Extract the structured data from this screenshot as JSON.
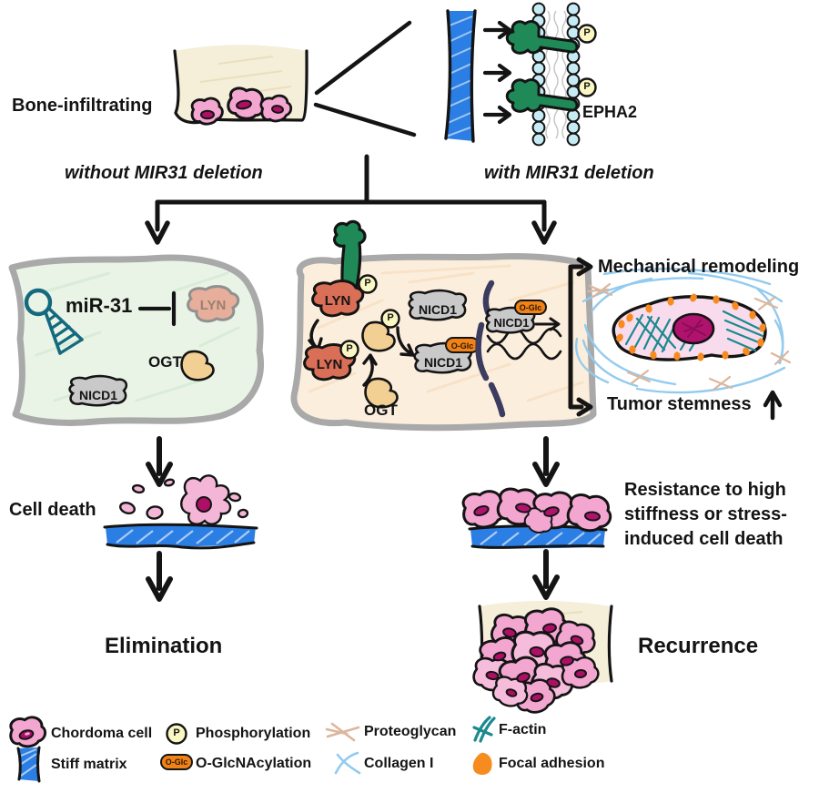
{
  "figure": {
    "bone_infiltrating": "Bone-infiltrating",
    "branch_left": "without MIR31 deletion",
    "branch_right": "with MIR31 deletion",
    "epha2": "EPHA2",
    "mir31": "miR-31"
  },
  "labels": {
    "p": "P",
    "oglc": "O-Glc",
    "lyn": "LYN",
    "nicd1": "NICD1",
    "ogt": "OGT"
  },
  "outcomes": {
    "mechanical_remodeling": "Mechanical remodeling",
    "tumor_stemness": "Tumor stemness",
    "cell_death": "Cell death",
    "elimination": "Elimination",
    "resistance_line1": "Resistance to high",
    "resistance_line2": "stiffness or stress-",
    "resistance_line3": "induced cell death",
    "recurrence": "Recurrence"
  },
  "legend": {
    "items": [
      {
        "icon": "chordoma-cell-icon",
        "label": "Chordoma cell"
      },
      {
        "icon": "phosphorylation-icon",
        "label": "Phosphorylation"
      },
      {
        "icon": "proteoglycan-icon",
        "label": "Proteoglycan"
      },
      {
        "icon": "f-actin-icon",
        "label": "F-actin"
      },
      {
        "icon": "stiff-matrix-icon",
        "label": "Stiff matrix"
      },
      {
        "icon": "o-glcnacylation-icon",
        "label": "O-GlcNAcylation"
      },
      {
        "icon": "collagen-icon",
        "label": "Collagen I"
      },
      {
        "icon": "focal-adhesion-icon",
        "label": "Focal adhesion"
      }
    ]
  },
  "colors": {
    "matrix_blue": "#2b7ee3",
    "receptor_green": "#1f8a58",
    "lyn_active": "#d96f56",
    "lyn_inactive": "#e7ae9c",
    "nicd1_gray": "#c9c9c9",
    "ogt_tan": "#f2cf92",
    "phospho_yellow": "#faf7c3",
    "oglc_orange": "#f08218",
    "cell_green_fill": "#e9f4e6",
    "cell_peach_fill": "#fceedd",
    "chordoma_pink": "#f2a6d0",
    "nucleus_magenta": "#b0136e",
    "collagen_blue": "#93cbee",
    "proteoglycan_tan": "#dcb69c",
    "factin_teal": "#1a8a8e",
    "focal_orange": "#f68b1f",
    "mirna_teal": "#14697f",
    "membrane_blue": "#c6ebf5",
    "bone_cream": "#f5eed8",
    "cell_border_gray": "#a9a9a9"
  }
}
